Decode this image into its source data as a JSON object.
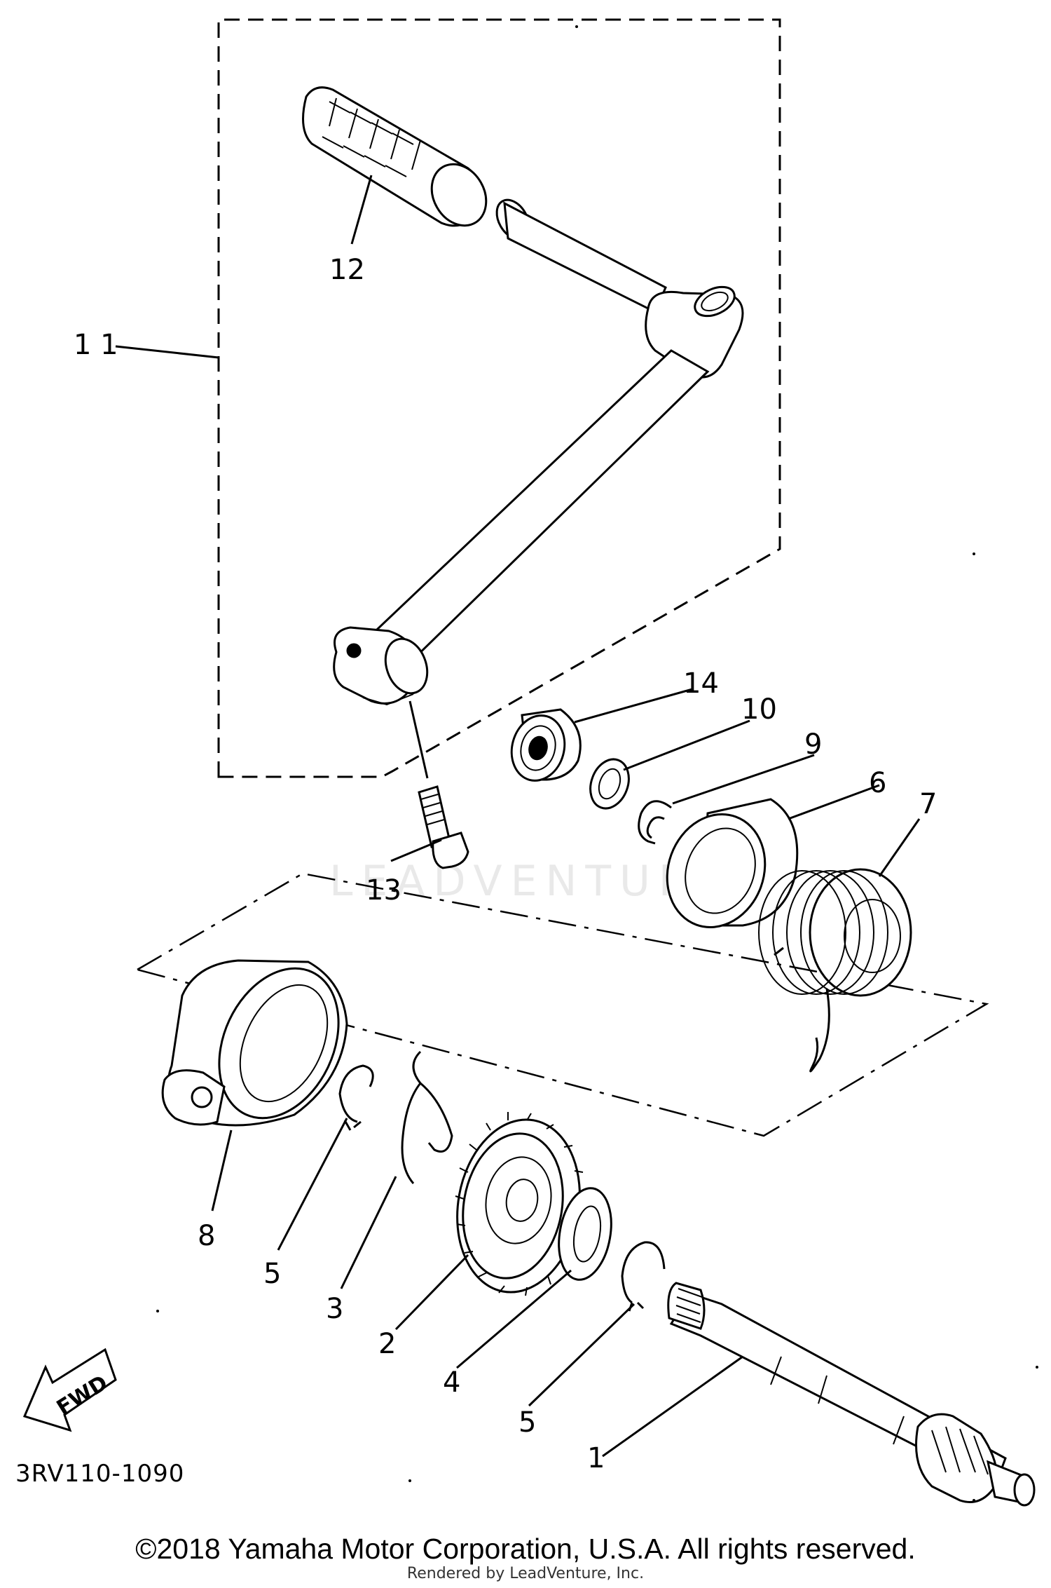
{
  "callouts": {
    "c1": "1",
    "c2": "2",
    "c3": "3",
    "c4": "4",
    "c5a": "5",
    "c5b": "5",
    "c6": "6",
    "c7": "7",
    "c8": "8",
    "c9": "9",
    "c10": "10",
    "c11": "1 1",
    "c12": "12",
    "c13": "13",
    "c14": "14"
  },
  "fwd_label": "FWD",
  "part_code": "3RV110-1090",
  "watermark": "LEADVENTURE",
  "copyright": "©2018 Yamaha Motor Corporation, U.S.A. All rights reserved.",
  "rendered_by": "Rendered by LeadVenture, Inc."
}
